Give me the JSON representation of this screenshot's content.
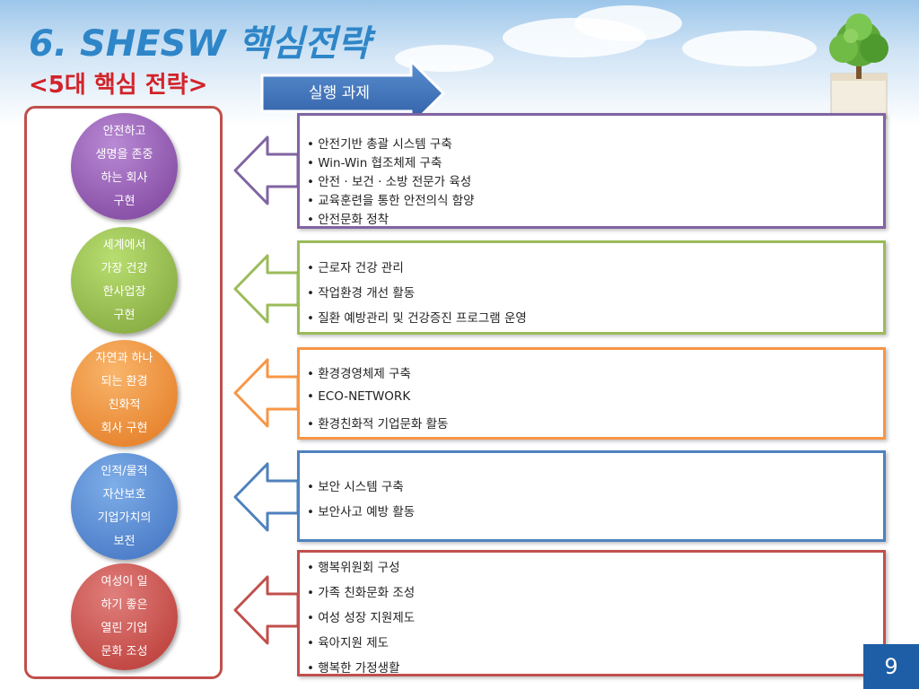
{
  "header": {
    "title": "6. SHESW 핵심전략",
    "subtitle": "<5대 핵심 전략>"
  },
  "exec_arrow": {
    "label": "실행 과제"
  },
  "strategies": [
    {
      "circle_lines": [
        "안전하고",
        "생명을 존중",
        "하는 회사",
        "구현"
      ],
      "color": "#7a3f9a",
      "tasks": [
        "• 안전기반 총괄 시스템 구축",
        "•  Win-Win 협조체제 구축",
        "• 안전 · 보건 · 소방 전문가 육성",
        "• 교육훈련을 통한 안전의식 함양",
        "• 안전문화 정착"
      ]
    },
    {
      "circle_lines": [
        "세계에서",
        "가장 건강",
        "한사업장",
        "구현"
      ],
      "color": "#9bbb59",
      "tasks": [
        "• 근로자 건강 관리",
        "• 작업환경 개선 활동",
        "• 질환 예방관리 및 건강증진 프로그램 운영"
      ]
    },
    {
      "circle_lines": [
        "자연과 하나",
        "되는 환경",
        "친화적",
        "회사 구현"
      ],
      "color": "#f79646",
      "tasks": [
        "• 환경경영체제 구축",
        "• ECO-NETWORK",
        "• 환경친화적 기업문화 활동"
      ]
    },
    {
      "circle_lines": [
        "인적/물적",
        "자산보호",
        "기업가치의",
        "보전"
      ],
      "color": "#4f81bd",
      "tasks": [
        "• 보안 시스템 구축",
        "• 보안사고 예방 활동"
      ]
    },
    {
      "circle_lines": [
        "여성이 일",
        "하기 좋은",
        "열린 기업",
        "문화 조성"
      ],
      "color": "#c0504d",
      "tasks": [
        "• 행복위원회 구성",
        "• 가족 친화문화 조성",
        "• 여성 성장 지원제도",
        "• 육아지원 제도",
        "• 행복한 가정생활"
      ]
    }
  ],
  "page_number": "9"
}
